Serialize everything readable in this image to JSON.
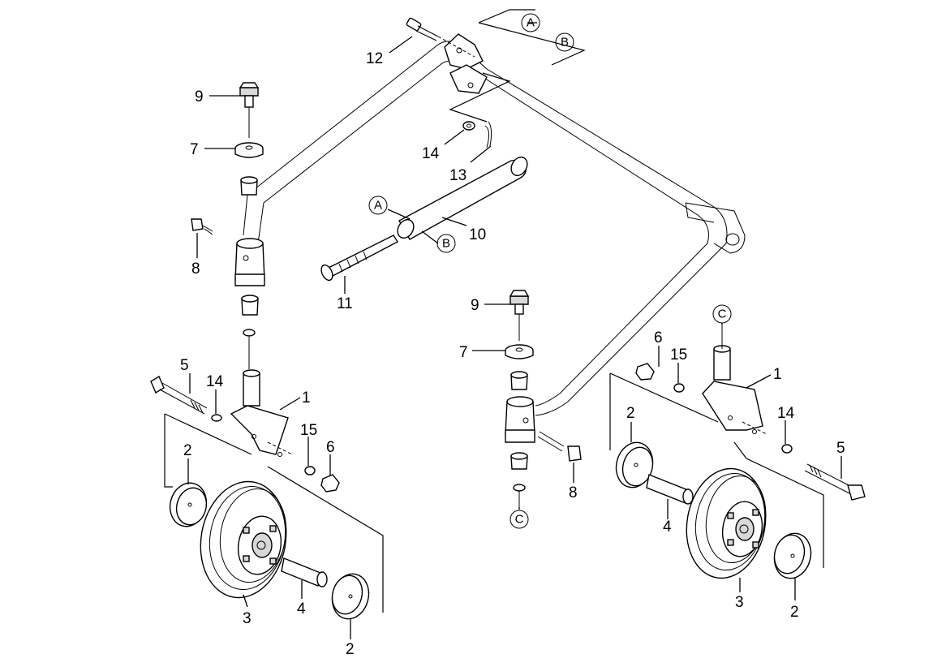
{
  "diagram": {
    "callouts": {
      "c9_l": "9",
      "c7_l": "7",
      "c8_l": "8",
      "c5_l": "5",
      "c14_l": "14",
      "c1_l": "1",
      "c15_l": "15",
      "c6_l": "6",
      "c2_la": "2",
      "c3_l": "3",
      "c4_l": "4",
      "c2_lb": "2",
      "c12": "12",
      "c14_m": "14",
      "c13": "13",
      "c10": "10",
      "c11": "11",
      "c9_m": "9",
      "c7_m": "7",
      "c8_m": "8",
      "c6_r": "6",
      "c15_r": "15",
      "c1_r": "1",
      "c14_r": "14",
      "c5_r": "5",
      "c2_ra": "2",
      "c4_r": "4",
      "c3_r": "3",
      "c2_rb": "2"
    },
    "refs": {
      "a_top": "A",
      "b_top": "B",
      "a_pin": "A",
      "b_pin": "B",
      "c_right": "C",
      "c_mid": "C"
    }
  }
}
